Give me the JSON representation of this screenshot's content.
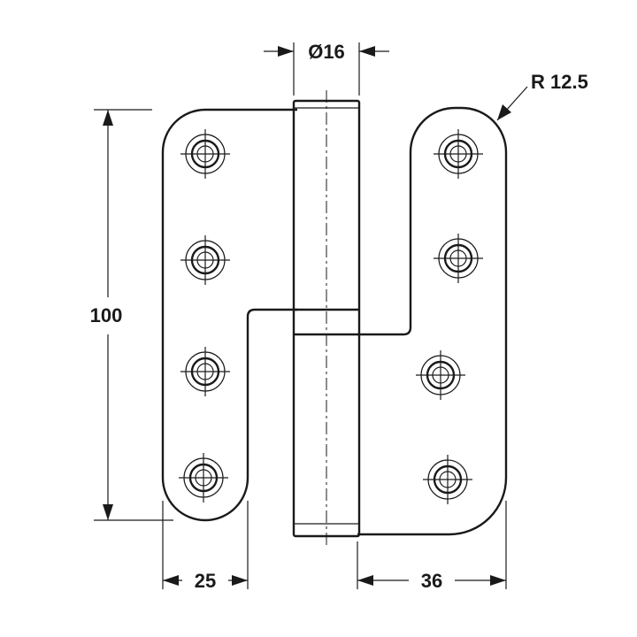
{
  "dimensions": {
    "pin_diameter": "Ø16",
    "radius": "R 12.5",
    "height": "100",
    "left_width": "25",
    "right_width": "36"
  },
  "colors": {
    "line": "#1a1a1a",
    "background": "#ffffff"
  }
}
